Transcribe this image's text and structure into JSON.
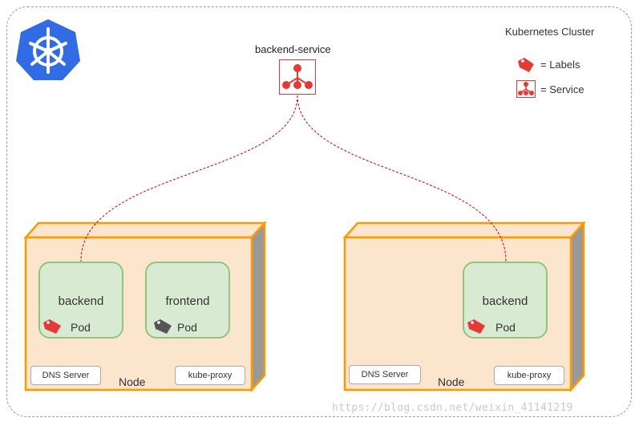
{
  "cluster": {
    "title": "Kubernetes Cluster"
  },
  "service": {
    "name": "backend-service"
  },
  "legend": [
    {
      "icon": "tag-icon",
      "label": "= Labels"
    },
    {
      "icon": "service-icon",
      "label": "= Service"
    }
  ],
  "nodes": [
    {
      "label": "Node",
      "pods": [
        {
          "name": "backend",
          "kind": "Pod",
          "label_icon": "red-tag-icon"
        },
        {
          "name": "frontend",
          "kind": "Pod",
          "label_icon": "gray-tag-icon"
        }
      ],
      "components": [
        "DNS Server",
        "kube-proxy"
      ]
    },
    {
      "label": "Node",
      "pods": [
        {
          "name": "backend",
          "kind": "Pod",
          "label_icon": "red-tag-icon"
        }
      ],
      "components": [
        "DNS Server",
        "kube-proxy"
      ]
    }
  ],
  "colors": {
    "node_fill": "#fce5cd",
    "node_border": "#ff9900",
    "node_side": "#999999",
    "pod_fill": "#d9ead3",
    "pod_border": "#93c47d",
    "service_red": "#e53935",
    "k8s_blue": "#326ce5"
  },
  "watermark": "https://blog.csdn.net/weixin_41141219"
}
